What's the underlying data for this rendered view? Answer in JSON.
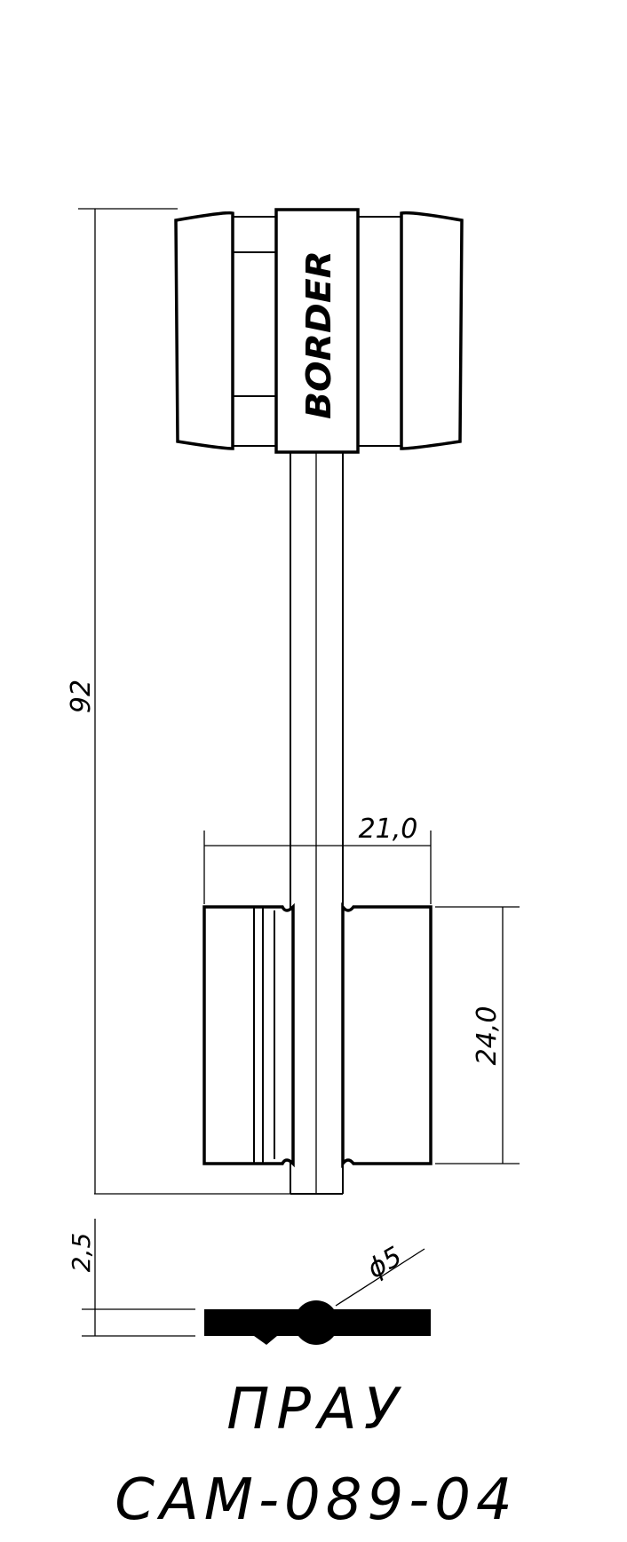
{
  "brand": "BORDER",
  "dimensions": {
    "length": "92",
    "bit_width": "21,0",
    "bit_height": "24,0",
    "thickness": "2,5",
    "diameter": "ϕ5"
  },
  "key_name": "ПРАУ",
  "key_code": "CAM-089-04",
  "colors": {
    "line": "#000000",
    "background": "#ffffff"
  }
}
